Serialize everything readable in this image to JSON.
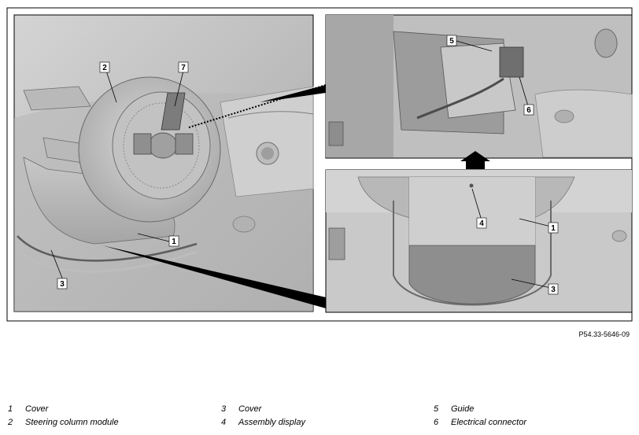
{
  "figure": {
    "code": "P54.33-5646-09",
    "callouts": [
      "1",
      "2",
      "3",
      "4",
      "5",
      "6",
      "7"
    ]
  },
  "legend": [
    {
      "num": "1",
      "text": "Cover"
    },
    {
      "num": "2",
      "text": "Steering column module"
    },
    {
      "num": "3",
      "text": "Cover"
    },
    {
      "num": "4",
      "text": "Assembly display"
    },
    {
      "num": "5",
      "text": "Guide"
    },
    {
      "num": "6",
      "text": "Electrical connector"
    }
  ]
}
